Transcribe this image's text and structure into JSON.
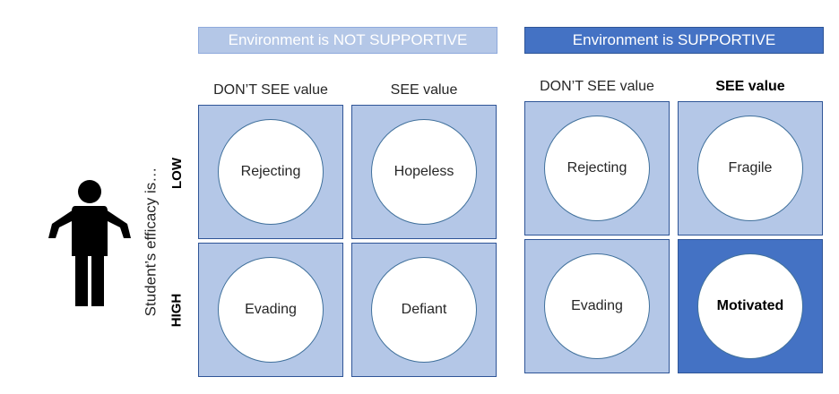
{
  "axis_title": "Student’s efficacy is…",
  "rows": {
    "low": "LOW",
    "high": "HIGH"
  },
  "panels": [
    {
      "header": "Environment is NOT SUPPORTIVE",
      "columns": [
        "DON’T SEE value",
        "SEE value"
      ],
      "cells": [
        "Rejecting",
        "Hopeless",
        "Evading",
        "Defiant"
      ]
    },
    {
      "header": "Environment is SUPPORTIVE",
      "columns": [
        "DON’T SEE value",
        "SEE value"
      ],
      "cells": [
        "Rejecting",
        "Fragile",
        "Evading",
        "Motivated"
      ]
    }
  ],
  "icons": {
    "figure": "person-shrugging-icon"
  },
  "colors": {
    "light_fill": "#b4c7e7",
    "dark_fill": "#4472c4",
    "border": "#2f5597"
  }
}
